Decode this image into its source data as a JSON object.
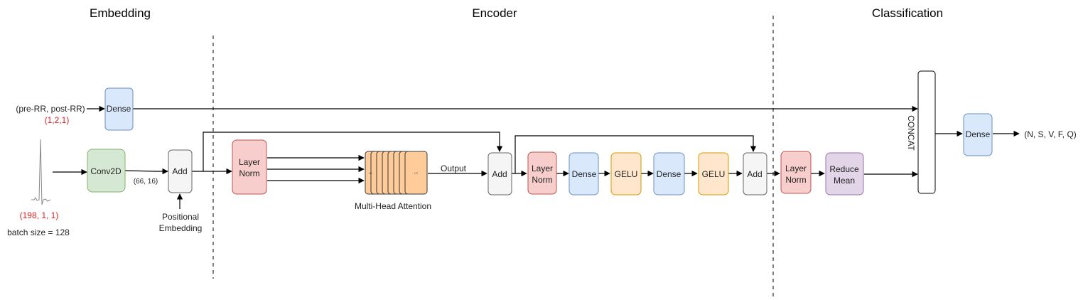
{
  "sections": {
    "embedding": "Embedding",
    "encoder": "Encoder",
    "classification": "Classification"
  },
  "inputs": {
    "rr_label": "(pre-RR, post-RR)",
    "rr_shape": "(1,2,1)",
    "ecg_shape": "(198, 1, 1)",
    "batch_size": "batch size = 128"
  },
  "embedding": {
    "dense": "Dense",
    "conv2d": "Conv2D",
    "conv_shape": "(66, 16)",
    "add": "Add",
    "positional": [
      "Positional",
      "Embedding"
    ]
  },
  "encoder": {
    "layer_norm": [
      "Layer",
      "Norm"
    ],
    "mha_label": "Multi-Head Attention",
    "mha_head_first": "H0",
    "mha_head_last": "H7",
    "output_label": "Output",
    "add1": "Add",
    "layer_norm2": [
      "Layer",
      "Norm"
    ],
    "dense1": "Dense",
    "gelu1": "GELU",
    "dense2": "Dense",
    "gelu2": "GELU",
    "add2": "Add"
  },
  "classification": {
    "layer_norm": [
      "Layer",
      "Norm"
    ],
    "reduce_mean": [
      "Reduce",
      "Mean"
    ],
    "concat": "CONCAT",
    "dense": "Dense",
    "output": "(N, S, V, F, Q)"
  },
  "colors": {
    "dense_fill": "#dae8fc",
    "dense_stroke": "#6c8ebf",
    "conv_fill": "#d5e8d4",
    "conv_stroke": "#82b366",
    "add_fill": "#f5f5f5",
    "add_stroke": "#666666",
    "norm_fill": "#f8cecc",
    "norm_stroke": "#b85450",
    "gelu_fill": "#ffe6cc",
    "gelu_stroke": "#d79b00",
    "mha_fill": "#ffcc99",
    "mha_stroke": "#36393d",
    "reduce_fill": "#e1d5e7",
    "reduce_stroke": "#9673a6",
    "red_text": "#e02020"
  }
}
